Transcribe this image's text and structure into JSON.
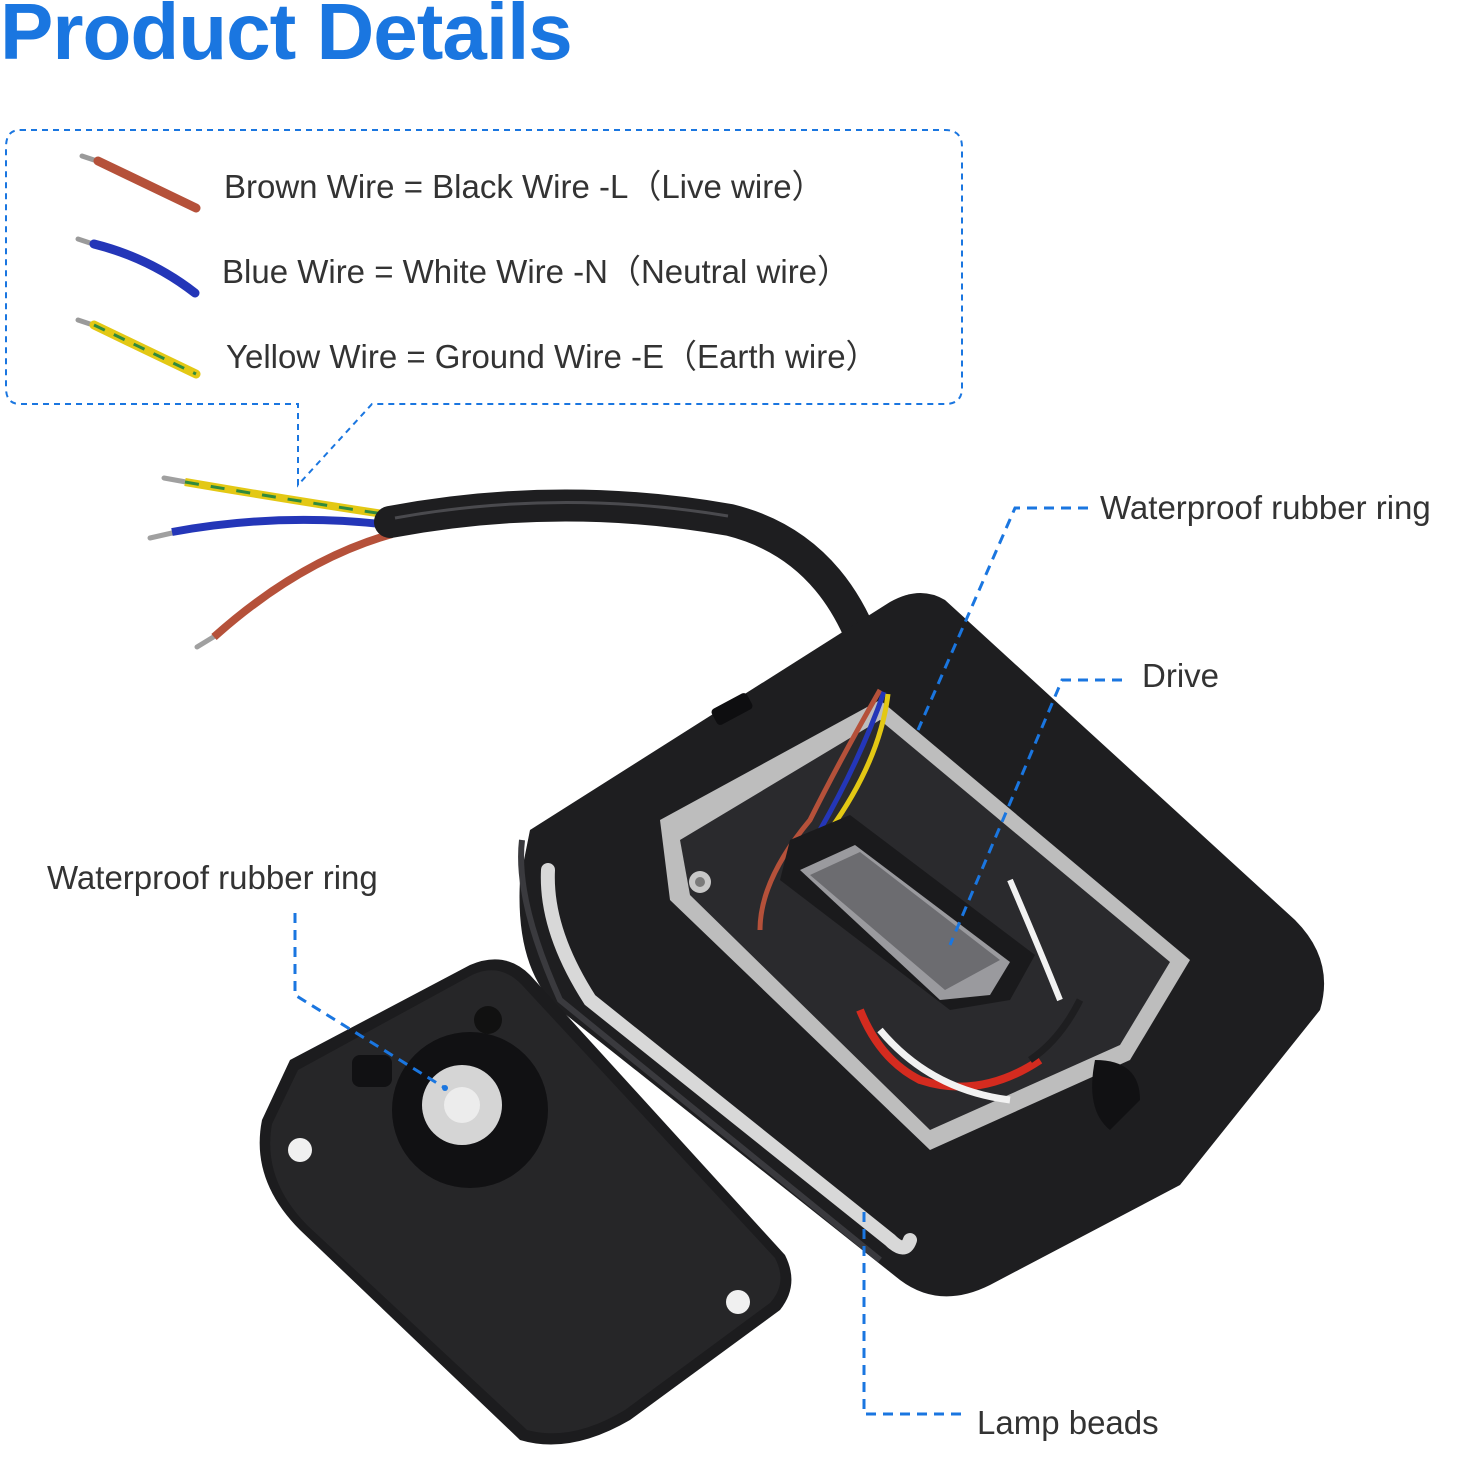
{
  "page_title": "Product Details",
  "colors": {
    "accent": "#1a76e0",
    "wire_brown": "#b5513a",
    "wire_blue": "#2436b8",
    "wire_yellow": "#e3c814",
    "wire_green": "#2f8a3e",
    "housing": "#1e1e20"
  },
  "wire_legend": [
    {
      "wire_color": "brown",
      "text": "Brown Wire = Black Wire -L（Live wire）"
    },
    {
      "wire_color": "blue",
      "text": "Blue Wire = White Wire -N（Neutral wire）"
    },
    {
      "wire_color": "yellow-green",
      "text": "Yellow Wire = Ground Wire -E（Earth wire）"
    }
  ],
  "callouts": {
    "rubber_ring_top": "Waterproof rubber ring",
    "drive": "Drive",
    "rubber_ring_cover": "Waterproof rubber ring",
    "lamp_beads": "Lamp beads"
  }
}
